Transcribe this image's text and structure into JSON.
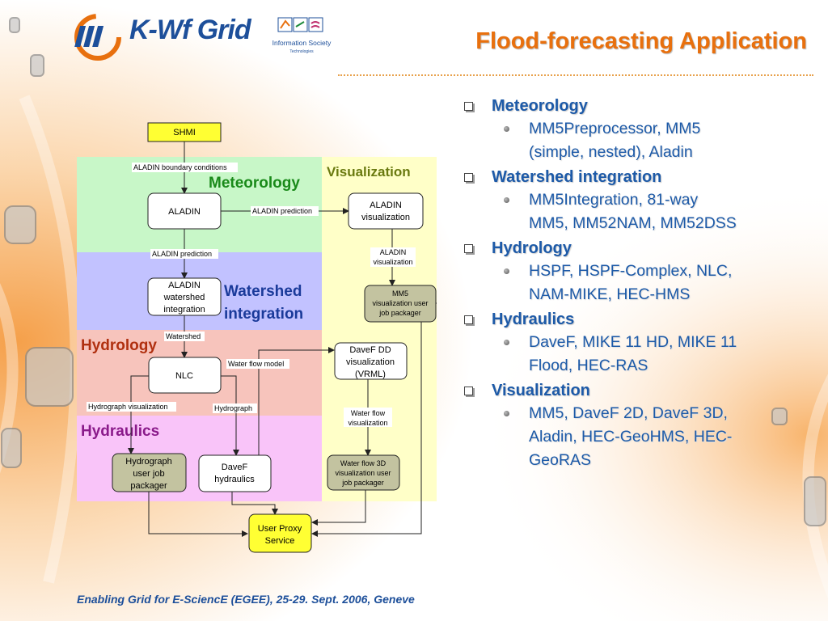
{
  "header": {
    "logo_text": "K-Wf Grid",
    "ist_text_1": "Information Society",
    "ist_text_2": "Technologies",
    "title": "Flood-forecasting Application"
  },
  "diagram": {
    "regions": {
      "meteorology": "Meteorology",
      "watershed_1": "Watershed",
      "watershed_2": "integration",
      "hydrology": "Hydrology",
      "hydraulics": "Hydraulics",
      "visualization": "Visualization"
    },
    "nodes": {
      "shmi": "SHMI",
      "aladin": "ALADIN",
      "aladin_watershed": [
        "ALADIN",
        "watershed",
        "integration"
      ],
      "nlc": "NLC",
      "hydrograph_packager": [
        "Hydrograph",
        "user job",
        "packager"
      ],
      "davef_hydraulics": [
        "DaveF",
        "hydraulics"
      ],
      "user_proxy": [
        "User Proxy",
        "Service"
      ],
      "aladin_visualization": [
        "ALADIN",
        "visualization"
      ],
      "mm5_packager": [
        "MM5",
        "visualization user",
        "job packager"
      ],
      "davef_dd": [
        "DaveF DD",
        "visualization",
        "(VRML)"
      ],
      "waterflow_packager": [
        "Water flow 3D",
        "visualization user",
        "job packager"
      ]
    },
    "edge_labels": {
      "aladin_boundary": "ALADIN boundary conditions",
      "aladin_prediction_h": "ALADIN prediction",
      "aladin_prediction_v": "ALADIN prediction",
      "aladin_vis_1": "ALADIN",
      "aladin_vis_2": "visualization",
      "watershed": "Watershed",
      "water_flow_model": "Water flow model",
      "hydrograph_visualization": "Hydrograph visualization",
      "hydrograph": "Hydrograph",
      "water_flow_vis_1": "Water flow",
      "water_flow_vis_2": "visualization"
    }
  },
  "bullets": [
    {
      "title": "Meteorology",
      "items": [
        [
          "MM5Preprocessor, MM5",
          "(simple, nested), Aladin"
        ]
      ]
    },
    {
      "title": "Watershed integration",
      "items": [
        [
          "MM5Integration, 81-way",
          "MM5, MM52NAM, MM52DSS"
        ]
      ]
    },
    {
      "title": "Hydrology",
      "items": [
        [
          "HSPF, HSPF-Complex, NLC,",
          "NAM-MIKE, HEC-HMS"
        ]
      ]
    },
    {
      "title": "Hydraulics",
      "items": [
        [
          "DaveF, MIKE 11 HD, MIKE 11",
          "Flood, HEC-RAS"
        ]
      ]
    },
    {
      "title": "Visualization",
      "items": [
        [
          "MM5, DaveF 2D,  DaveF 3D,",
          "Aladin, HEC-GeoHMS, HEC-",
          "GeoRAS"
        ]
      ]
    }
  ],
  "footer": "Enabling Grid for E-SciencE (EGEE), 25-29. Sept. 2006, Geneve",
  "colors": {
    "title": "#e8700e",
    "blue_text": "#1d5aa8",
    "meteorology_bg": "#c8f7c8",
    "watershed_bg": "#c2c2ff",
    "hydrology_bg": "#f7c4bc",
    "hydraulics_bg": "#f9c4f9",
    "visualization_bg": "#ffffc8"
  }
}
